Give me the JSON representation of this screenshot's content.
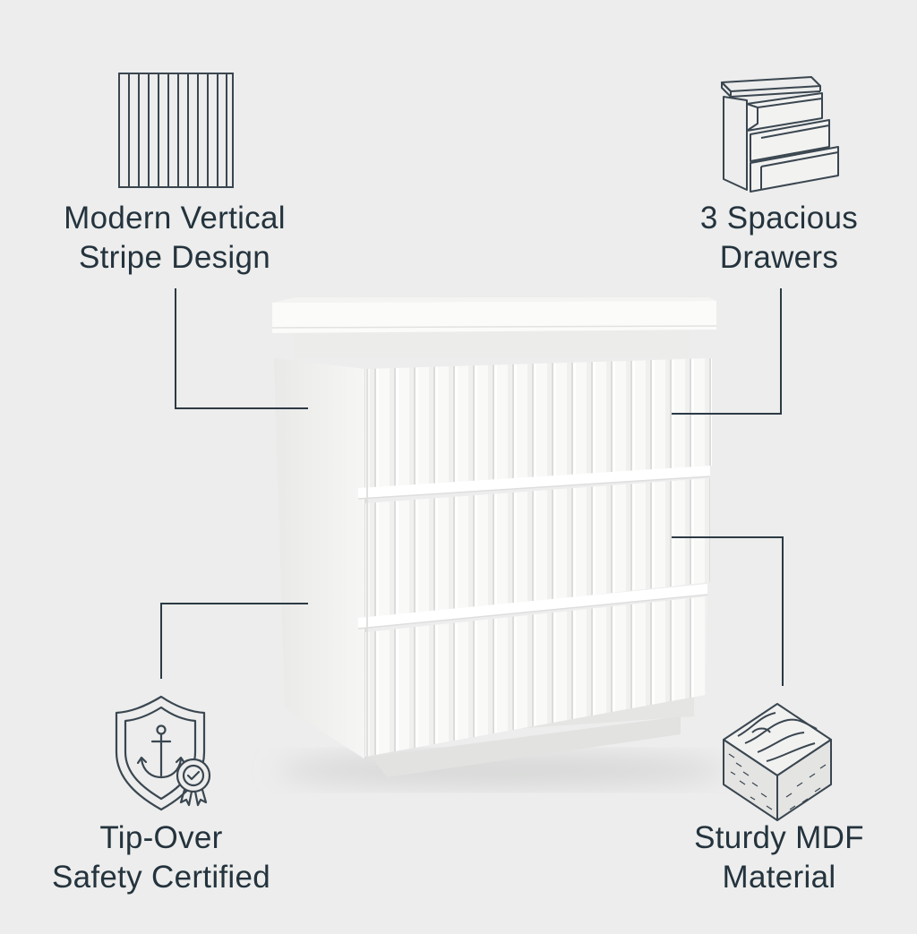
{
  "features": {
    "stripe_design": {
      "line1": "Modern Vertical",
      "line2": "Stripe Design",
      "icon": "vertical-stripes-icon"
    },
    "drawers": {
      "line1": "3 Spacious",
      "line2": "Drawers",
      "icon": "open-drawers-icon"
    },
    "safety": {
      "line1": "Tip-Over",
      "line2": "Safety Certified",
      "icon": "anchor-shield-icon"
    },
    "material": {
      "line1": "Sturdy MDF",
      "line2": "Material",
      "icon": "wood-block-icon"
    }
  },
  "colors": {
    "background": "#ecedec",
    "text": "#24333d",
    "icon_stroke": "#3a4650",
    "dresser": "#f7f7f6"
  }
}
